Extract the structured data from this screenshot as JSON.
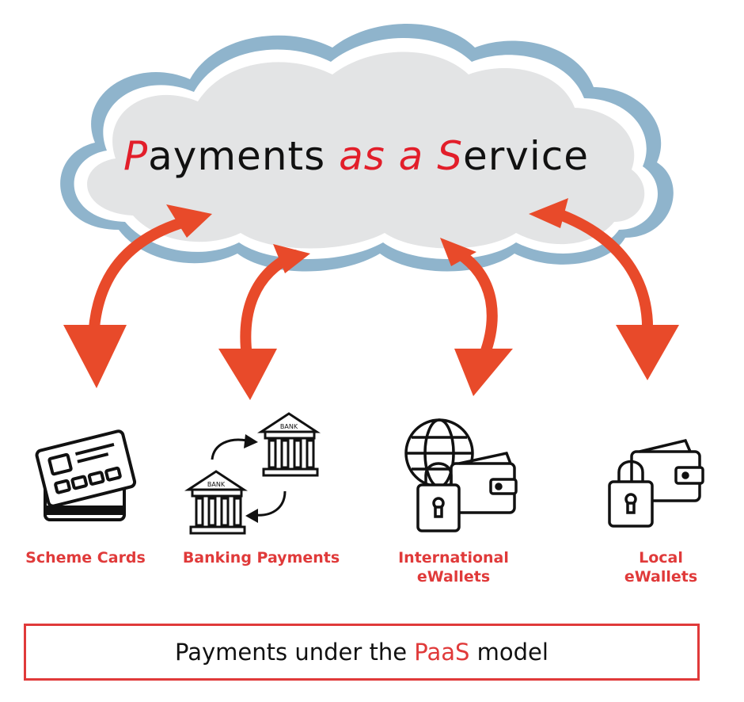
{
  "title": {
    "p_letter": "P",
    "part1": "ayments ",
    "as_letters": "as",
    "space1": " ",
    "a_letter": "a",
    "space2": " ",
    "s_letter": "S",
    "part2": "ervice"
  },
  "items": [
    {
      "id": "scheme-cards",
      "label": "Scheme Cards",
      "icon": "credit-card-icon"
    },
    {
      "id": "banking-payments",
      "label": "Banking Payments",
      "icon": "bank-transfer-icon",
      "bank_text": "BANK"
    },
    {
      "id": "international-ewallets",
      "label_line1": "International",
      "label_line2": "eWallets",
      "icon": "globe-wallet-lock-icon"
    },
    {
      "id": "local-ewallets",
      "label_line1": "Local",
      "label_line2": "eWallets",
      "icon": "wallet-lock-icon"
    }
  ],
  "footer": {
    "before": "Payments under the ",
    "accent": "PaaS",
    "after": " model"
  },
  "colors": {
    "accent": "#e03a3a",
    "arrow": "#e84a2a",
    "cloud_fill": "#e3e4e5",
    "cloud_outline": "#8fb4cc"
  }
}
